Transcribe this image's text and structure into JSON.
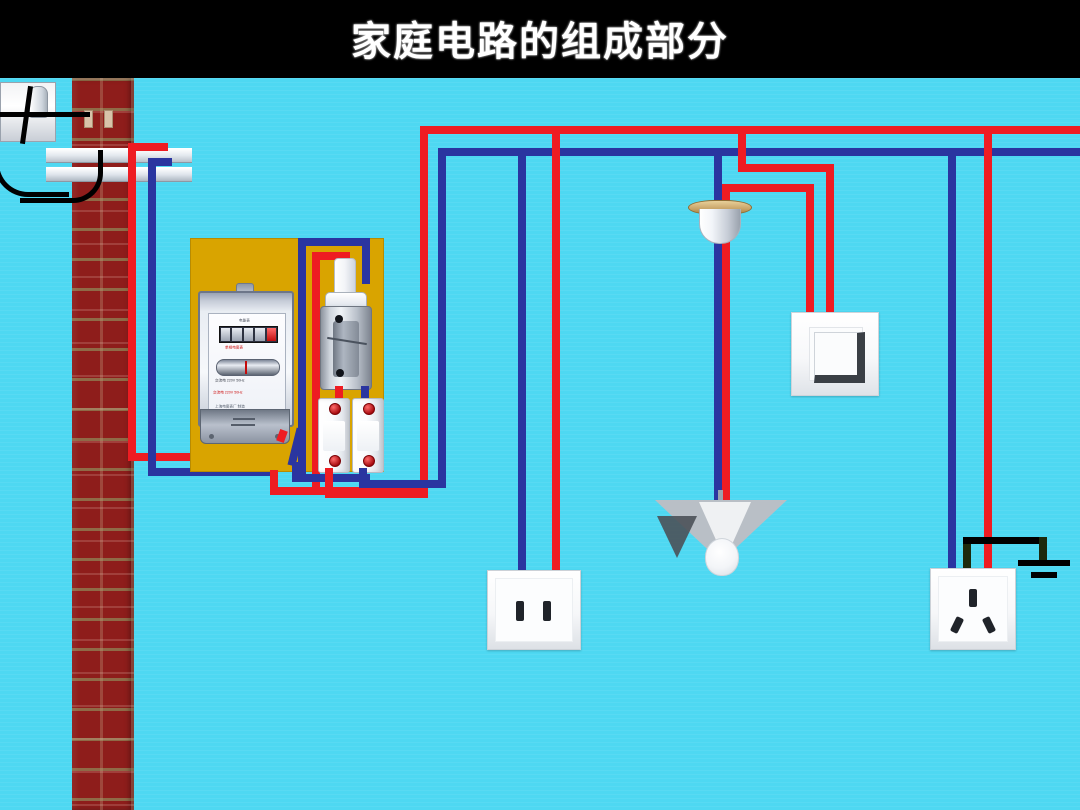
{
  "page": {
    "title": "家庭电路的组成部分",
    "title_bar_color": "#000000",
    "title_text_color": "#ffffff",
    "wall_color": "#4ed8f2",
    "board_color": "#d9a400"
  },
  "wire_colors": {
    "live_red": "#ee1c22",
    "neutral_blue": "#2a35a0",
    "ground_black": "#1d2a0c",
    "service_black": "#000000"
  },
  "components": {
    "utility_pole": "brick-pillar",
    "service_insulator": "insulator-bracket",
    "energy_meter": "electricity-meter",
    "knife_switch": "main-knife-switch",
    "fuse_left": "fuse-live",
    "fuse_right": "fuse-neutral",
    "lamp_holder": "ceiling-lamp-holder",
    "pendant_lamp": "pendant-lamp-with-shade",
    "wall_switch": "wall-light-switch",
    "socket_two_pin": "two-pin-socket",
    "socket_three_pin": "three-pin-grounded-socket",
    "earth_symbol": "earth-ground-symbol"
  },
  "meter": {
    "register_digits": [
      "0",
      "0",
      "0",
      "0",
      "0"
    ],
    "label_top": "电能表",
    "label_mid": "单相电度表",
    "label_red": "交流电 220V 50Hz",
    "label_small": "上海电度表厂 制造"
  }
}
